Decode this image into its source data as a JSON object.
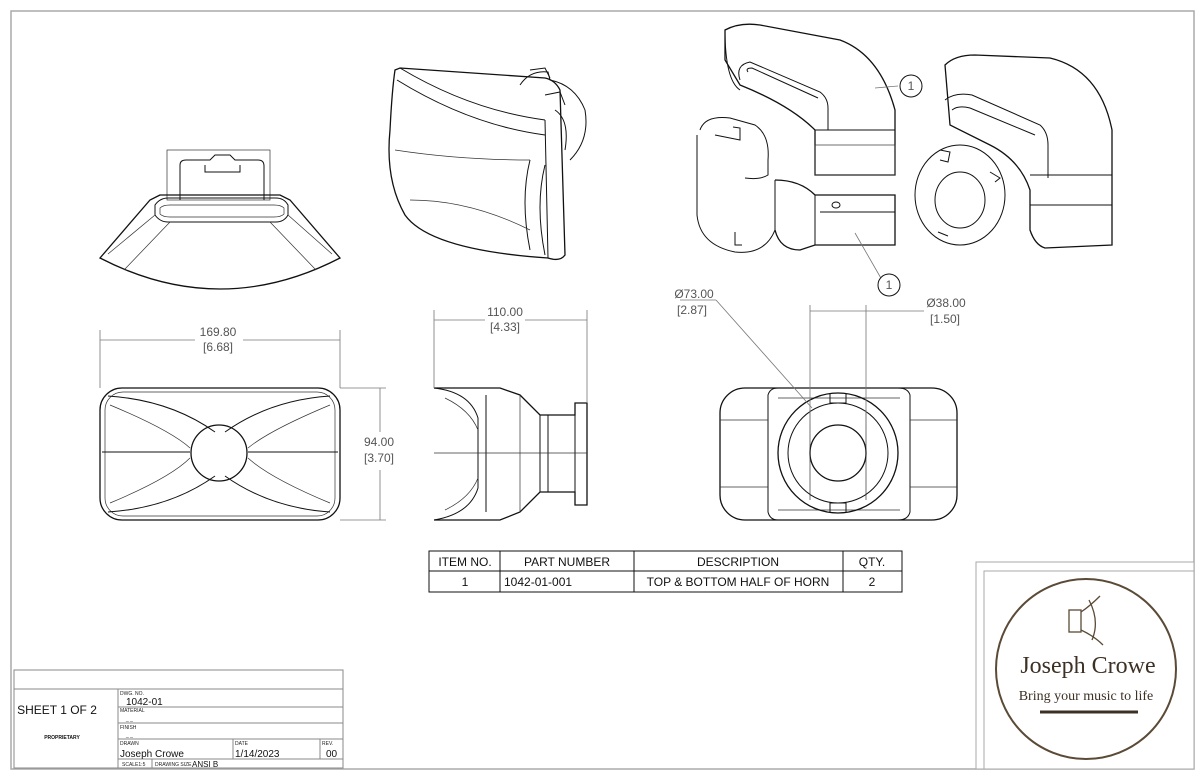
{
  "dimensions": {
    "width_top": "169.80",
    "width_top_in": "[6.68]",
    "height_right": "94.00",
    "height_right_in": "[3.70]",
    "depth_side": "110.00",
    "depth_side_in": "[4.33]",
    "dia_outer": "Ø73.00",
    "dia_outer_in": "[2.87]",
    "dia_inner": "Ø38.00",
    "dia_inner_in": "[1.50]"
  },
  "balloons": [
    "1",
    "1"
  ],
  "bom": {
    "headers": [
      "ITEM NO.",
      "PART NUMBER",
      "DESCRIPTION",
      "QTY."
    ],
    "rows": [
      [
        "1",
        "1042-01-001",
        "TOP & BOTTOM HALF OF HORN",
        "2"
      ]
    ]
  },
  "title_block": {
    "sheet": "SHEET 1 OF 2",
    "proprietary": "PROPRIETARY",
    "dwg_no_label": "DWG. NO.",
    "dwg_no": "1042-01",
    "material_label": "MATERIAL",
    "material_value": "_ _",
    "finish_label": "FINISH",
    "finish_value": "_ _",
    "drawn_label": "DRAWN",
    "drawn_by": "Joseph Crowe",
    "date_label": "DATE",
    "date": "1/14/2023",
    "rev_label": "REV.",
    "rev": "00",
    "scale_label": "SCALE1:5",
    "drawing_size_label": "DRAWING SIZE",
    "drawing_size": "ANSI B"
  },
  "logo": {
    "name": "Joseph Crowe",
    "tagline": "Bring your music to life"
  }
}
